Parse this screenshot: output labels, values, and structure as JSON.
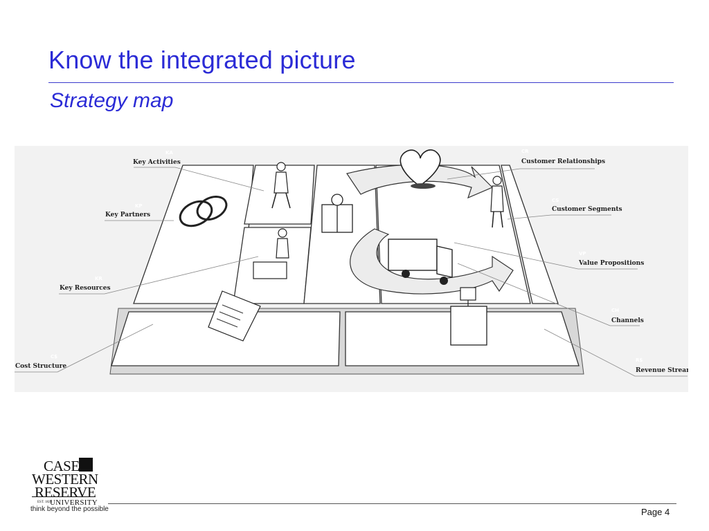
{
  "slide": {
    "title": "Know the integrated picture",
    "subtitle": "Strategy map",
    "page_label": "Page 4"
  },
  "canvas": {
    "labels": {
      "key_activities": "Key Activities",
      "key_partners": "Key Partners",
      "key_resources": "Key Resources",
      "cost_structure": "Cost Structure",
      "customer_relationships": "Customer Relationships",
      "customer_segments": "Customer Segments",
      "value_propositions": "Value Propositions",
      "channels": "Channels",
      "revenue_streams": "Revenue Streams"
    },
    "codes": {
      "key_activities": "KA",
      "key_partners": "KP",
      "key_resources": "KR",
      "cost_structure": "C$",
      "customer_relationships": "CR",
      "customer_segments": "CS",
      "value_propositions": "VP",
      "channels": "CH",
      "revenue_streams": "R$"
    }
  },
  "logo": {
    "line1": "CASE",
    "line2": "WESTERN",
    "line3": "RESERVE",
    "est": "EST. 1826",
    "line4": "UNIVERSITY",
    "tagline": "think beyond the possible"
  },
  "colors": {
    "title": "#2b2bd6",
    "rule": "#3a3acc",
    "canvas_bg": "#f2f2f2"
  }
}
